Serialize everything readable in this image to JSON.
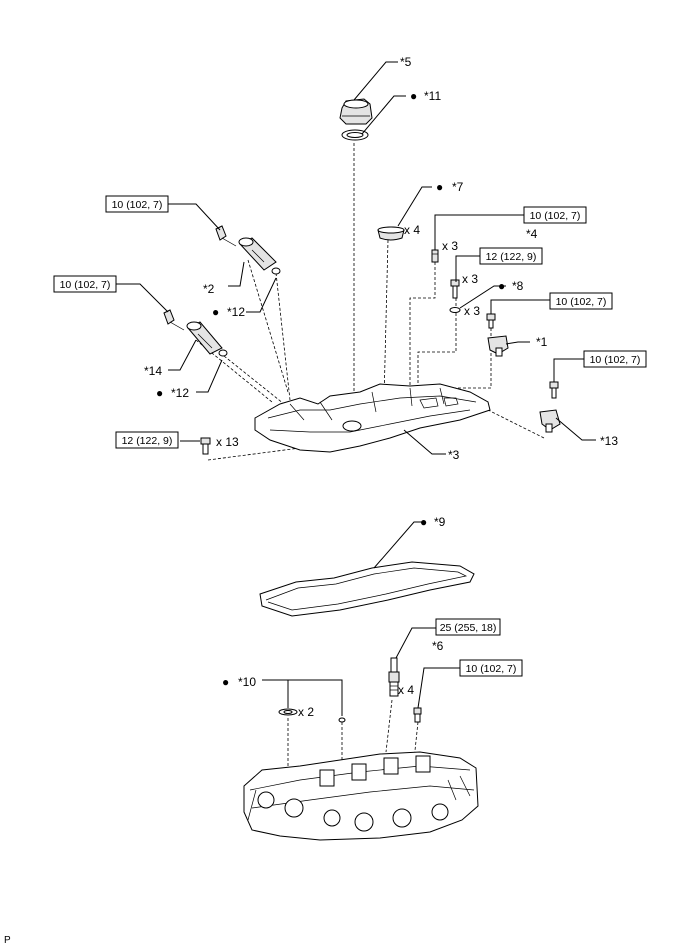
{
  "callouts": {
    "c1": "*1",
    "c2": "*2",
    "c3": "*3",
    "c4": "*4",
    "c5": "*5",
    "c6": "*6",
    "c7": "*7",
    "c8": "*8",
    "c9": "*9",
    "c10": "*10",
    "c11": "*11",
    "c12a": "*12",
    "c12b": "*12",
    "c13": "*13",
    "c14": "*14"
  },
  "torque": {
    "t_ocv_top": "10 (102, 7)",
    "t_ocv_bottom": "10 (102, 7)",
    "t_4": "10 (102, 7)",
    "t_stud": "12 (122, 9)",
    "t_1": "10 (102, 7)",
    "t_13": "10 (102, 7)",
    "t_cover_bolt": "12 (122, 9)",
    "t_plug": "25 (255, 18)",
    "t_head": "10 (102, 7)"
  },
  "quantities": {
    "q_7": "x 4",
    "q_4": "x 3",
    "q_stud": "x 3",
    "q_8": "x 3",
    "q_cover_bolt": "x 13",
    "q_10": "x 2",
    "q_plug": "x 4"
  },
  "bullet": "●",
  "page_mark": "P"
}
